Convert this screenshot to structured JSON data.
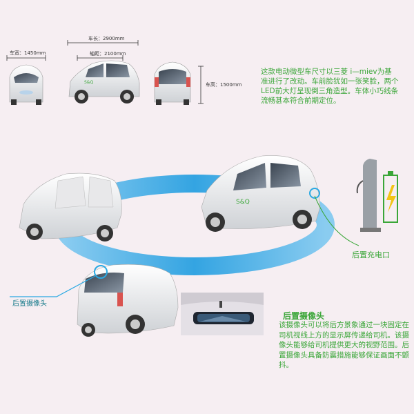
{
  "dimensions": {
    "width_label": "车宽：1450mm",
    "length_label": "车长：2900mm",
    "wheelbase_label": "轴距：2100mm",
    "height_label": "车高：1500mm"
  },
  "top_description": "这款电动微型车尺寸以三菱 i—miev为基准进行了改动。车前脸犹如一张笑脸，两个LED前大灯呈现倒三角造型。车体小巧线条流畅甚本符合前期定位。",
  "charge_label": "后置充电口",
  "camera_label": "后置摄像头",
  "camera_section": {
    "title": "后置摄像头",
    "body": "该摄像头可以将后方景象通过一块固定在司机视线上方的显示屏传递给司机。该摄像头能够给司机提供更大的视野范围。后置摄像头具备防震措施能够保证画面不颤抖。"
  },
  "car_logo": "S&Q",
  "colors": {
    "accent_green": "#3aa638",
    "track_blue": "#2aa9e3",
    "background": "#f6eef2"
  }
}
